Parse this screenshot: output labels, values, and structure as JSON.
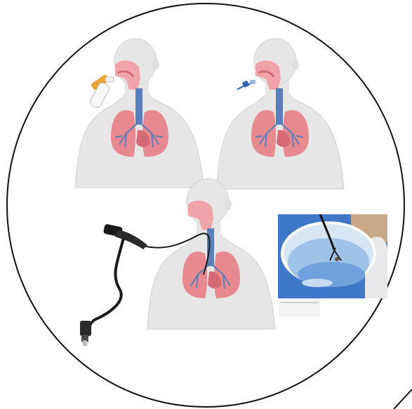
{
  "figure": {
    "panels": [
      {
        "id": "inhaler-panel",
        "device": "inhaler-icon"
      },
      {
        "id": "nebulizer-panel",
        "device": "nebulizer-icon"
      },
      {
        "id": "bronchoscope-panel",
        "device": "bronchoscope-icon"
      }
    ],
    "photo": {
      "subject": "forceps-in-cup-photo"
    },
    "colors": {
      "skin": "#e6e6e6",
      "skin_outline": "#cfcfcf",
      "airway_pink": "#f0a3a8",
      "lung": "#e8888f",
      "lung_dark": "#d66a74",
      "trachea_blue": "#5b7fb8",
      "inhaler_cap": "#e8a43a",
      "nebulizer_blue": "#2c63b3",
      "scope_black": "#1a1a1a",
      "photo_bg": "#3f78c8"
    }
  }
}
